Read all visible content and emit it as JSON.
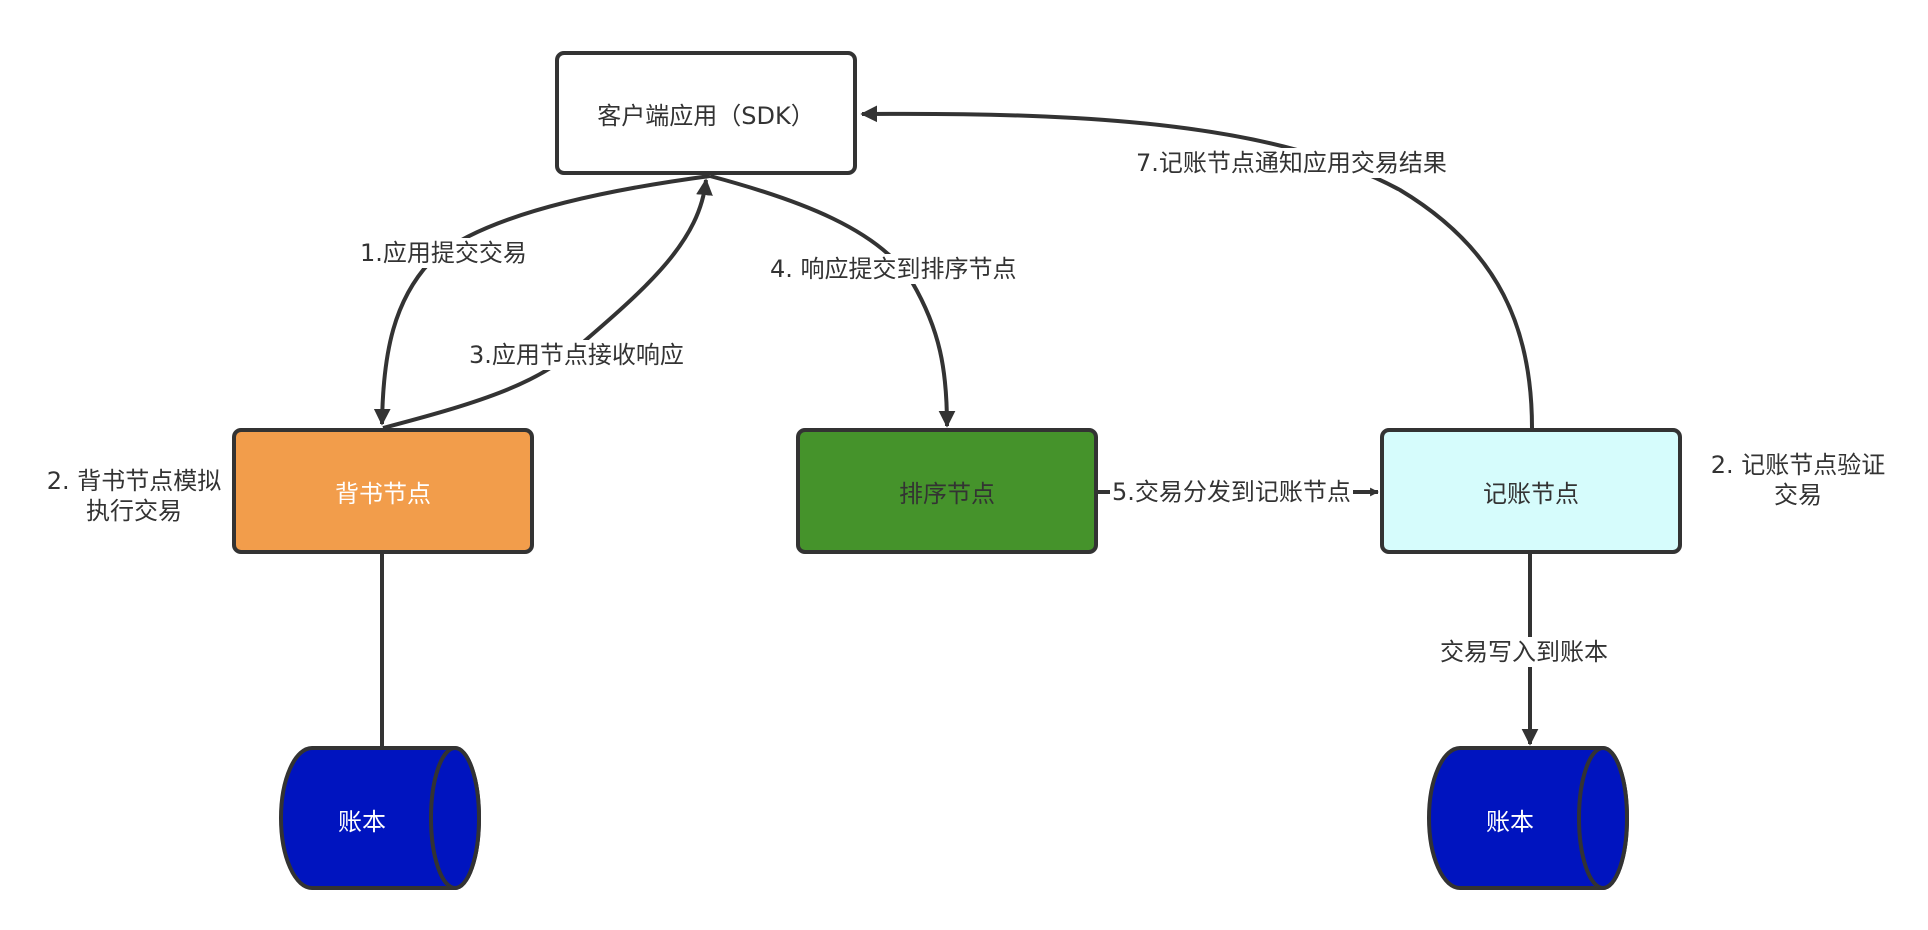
{
  "diagram": {
    "title": "Hyperledger Fabric transaction flow",
    "colors": {
      "stroke": "#333333",
      "client_fill": "#ffffff",
      "endorser_fill": "#f29d4b",
      "orderer_fill": "#45932b",
      "committer_fill": "#d6fcfc",
      "ledger_fill": "#0014bf",
      "light_text": "#ffffff",
      "dark_text": "#333333"
    },
    "nodes": {
      "client": {
        "label": "客户端应用（SDK）"
      },
      "endorser": {
        "label": "背书节点"
      },
      "orderer": {
        "label": "排序节点"
      },
      "committer": {
        "label": "记账节点"
      },
      "ledger_left": {
        "label": "账本"
      },
      "ledger_right": {
        "label": "账本"
      }
    },
    "edges": [
      {
        "id": "e1",
        "from": "client",
        "to": "endorser",
        "label": "1.应用提交交易"
      },
      {
        "id": "e3",
        "from": "endorser",
        "to": "client",
        "label": "3.应用节点接收响应"
      },
      {
        "id": "e4",
        "from": "client",
        "to": "orderer",
        "label": "4. 响应提交到排序节点"
      },
      {
        "id": "e5",
        "from": "orderer",
        "to": "committer",
        "label": "5.交易分发到记账节点"
      },
      {
        "id": "e7",
        "from": "committer",
        "to": "client",
        "label": "7.记账节点通知应用交易结果"
      },
      {
        "id": "e8",
        "from": "committer",
        "to": "ledger_right",
        "label": "交易写入到账本"
      },
      {
        "id": "e9",
        "from": "endorser",
        "to": "ledger_left",
        "label": ""
      }
    ],
    "annotations": {
      "endorser_note_line1": "2. 背书节点模拟",
      "endorser_note_line2": "执行交易",
      "committer_note_line1": "2. 记账节点验证",
      "committer_note_line2": "交易"
    }
  }
}
